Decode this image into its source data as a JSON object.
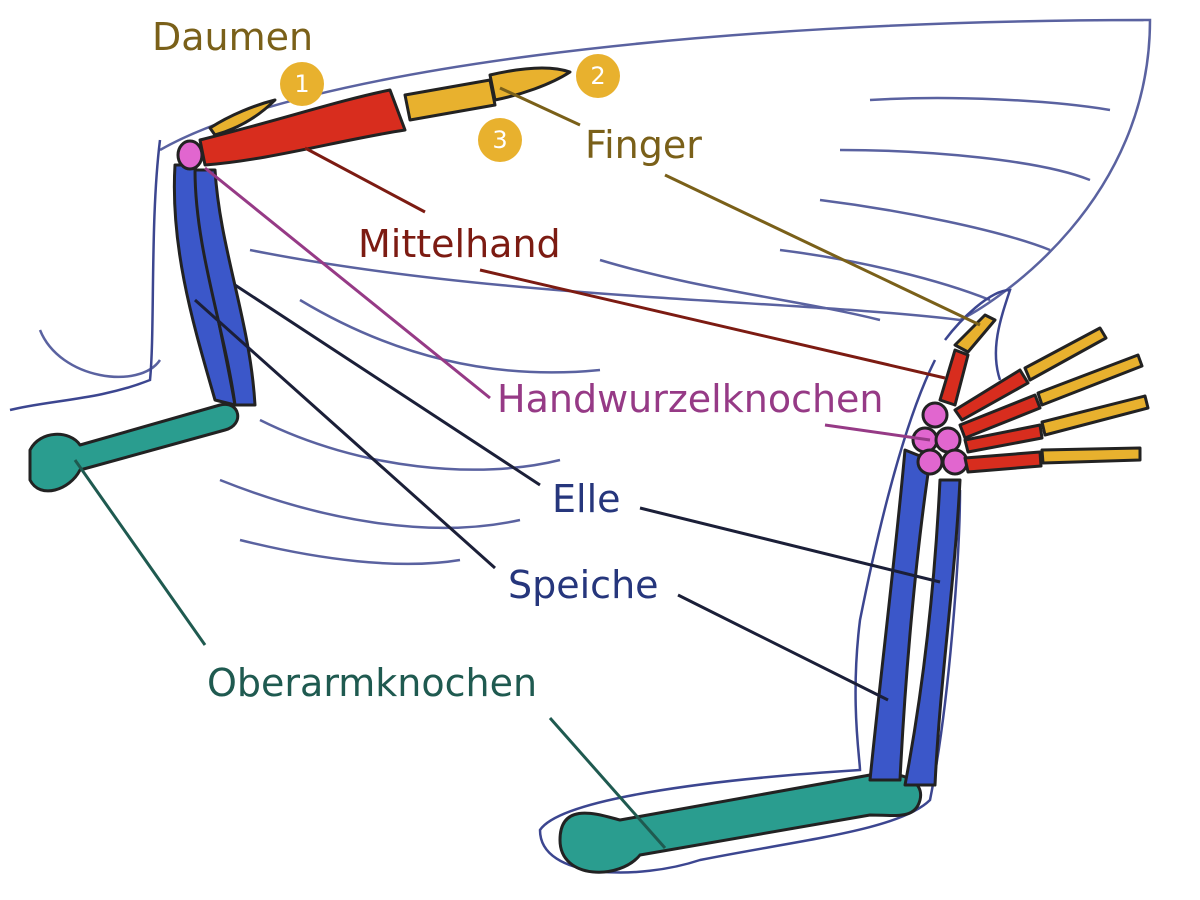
{
  "labels": {
    "thumb": "Daumen",
    "finger": "Finger",
    "metacarpus": "Mittelhand",
    "carpals": "Handwurzelknochen",
    "ulna": "Elle",
    "radius": "Speiche",
    "humerus": "Oberarmknochen"
  },
  "digit_numbers": [
    "1",
    "2",
    "3"
  ],
  "colors": {
    "finger": "#e8b12e",
    "finger_text": "#7a6019",
    "metacarpus": "#d82d1e",
    "metacarpus_text": "#7c1b12",
    "carpals": "#e166cf",
    "carpals_text": "#963a86",
    "forearm": "#3b57c9",
    "forearm_text": "#26367c",
    "humerus": "#2a9d8f",
    "humerus_text": "#1f5a50",
    "outline": "#3c4690"
  }
}
